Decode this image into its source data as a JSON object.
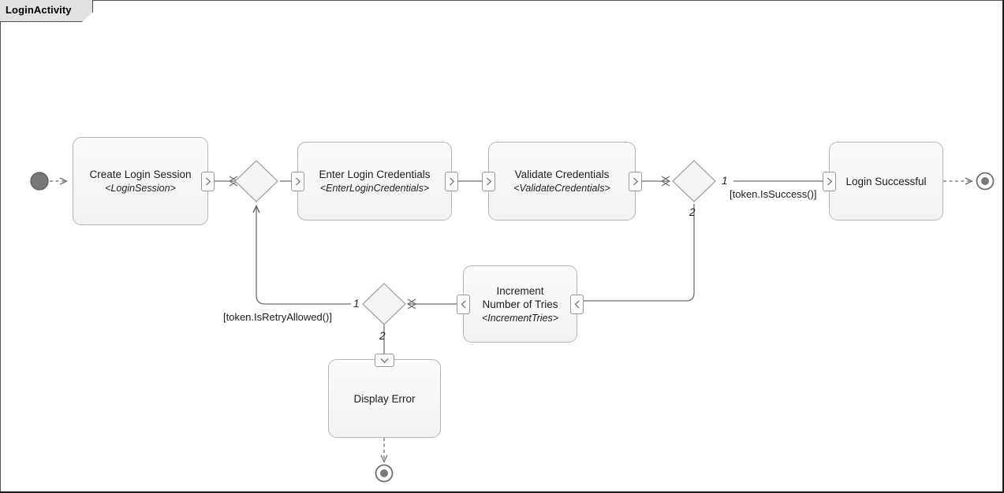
{
  "diagram": {
    "tab_label": "LoginActivity",
    "type": "uml-activity-diagram"
  },
  "nodes": {
    "initial": {
      "name": "initial-node",
      "shape": "filled-circle"
    },
    "create_login_session": {
      "title": "Create Login Session",
      "stereotype": "<LoginSession>"
    },
    "merge": {
      "name": "merge-node",
      "shape": "diamond"
    },
    "enter_login_credentials": {
      "title": "Enter Login Credentials",
      "stereotype": "<EnterLoginCredentials>"
    },
    "validate_credentials": {
      "title": "Validate Credentials",
      "stereotype": "<ValidateCredentials>"
    },
    "success_decision": {
      "name": "decision-node-success",
      "shape": "diamond"
    },
    "login_successful": {
      "title": "Login Successful",
      "stereotype": ""
    },
    "final_success": {
      "name": "final-node-success",
      "shape": "ringed-circle"
    },
    "increment_tries": {
      "title": "Increment\nNumber of Tries",
      "stereotype": "<IncrementTries>"
    },
    "retry_decision": {
      "name": "decision-node-retry",
      "shape": "diamond"
    },
    "display_error": {
      "title": "Display Error",
      "stereotype": ""
    },
    "final_error": {
      "name": "final-node-error",
      "shape": "ringed-circle"
    }
  },
  "edges": {
    "success_branch_1_num": "1",
    "success_branch_1_guard": "[token.IsSuccess()]",
    "success_branch_2_num": "2",
    "retry_branch_1_num": "1",
    "retry_branch_1_guard": "[token.IsRetryAllowed()]",
    "retry_branch_2_num": "2"
  },
  "pins": {
    "chevron_right": "›",
    "chevron_left": "‹",
    "chevron_down": "⌄"
  },
  "colors": {
    "node_fill_top": "#fbfbfb",
    "node_fill_bottom": "#f2f2f2",
    "node_border": "#b6b6b6",
    "edge_stroke": "#6e6e6e",
    "initial_fill": "#777777",
    "tab_fill": "#e2e2e2",
    "text": "#1d1d1d"
  }
}
